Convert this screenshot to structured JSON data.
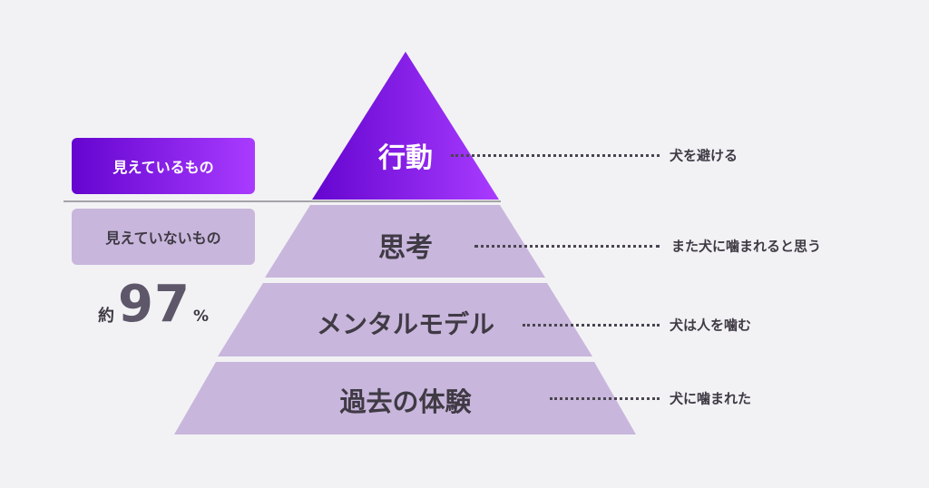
{
  "colors": {
    "background": "#f2f2f5",
    "top_gradient_start": "#6405cf",
    "top_gradient_end": "#a93bff",
    "lower_tier": "#c8b6dc",
    "text": "#3f3a44"
  },
  "legend": {
    "visible_label": "見えているもの",
    "hidden_label": "見えていないもの"
  },
  "ratio": {
    "prefix": "約",
    "value": "97",
    "unit": "%"
  },
  "tiers": [
    {
      "label": "行動",
      "note": "犬を避ける"
    },
    {
      "label": "思考",
      "note": "また犬に噛まれると思う"
    },
    {
      "label": "メンタルモデル",
      "note": "犬は人を噛む"
    },
    {
      "label": "過去の体験",
      "note": "犬に噛まれた"
    }
  ]
}
